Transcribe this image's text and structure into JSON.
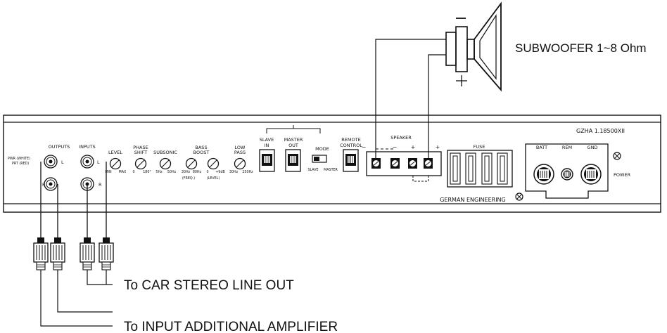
{
  "speaker": {
    "label": "SUBWOOFER 1~8 Ohm",
    "minus": "−",
    "plus": "+"
  },
  "amplifier": {
    "model": "GZHA 1.18500XII",
    "rca_side_label_1": "PWR (WHITE)",
    "rca_side_label_2": "PRT (RED)",
    "outputs": "OUTPUTS",
    "inputs": "INPUTS",
    "jack_l": "L",
    "jack_r": "R",
    "level": "LEVEL",
    "level_min": "MIN",
    "level_max": "MAX",
    "phase_1": "PHASE",
    "phase_2": "SHIFT",
    "phase_min": "0",
    "phase_max": "180°",
    "subsonic": "SUBSONIC",
    "subsonic_min": "5Hz",
    "subsonic_max": "50Hz",
    "bass_1": "BASS",
    "bass_2": "BOOST",
    "bass_freq_min": "30Hz",
    "bass_freq_max": "80Hz",
    "bass_freq": "(FREQ.)",
    "bass_level_min": "0",
    "bass_level_max": "+9dB",
    "bass_level": "(LEVEL)",
    "lowpass_1": "LOW",
    "lowpass_2": "PASS",
    "lowpass_min": "30Hz",
    "lowpass_max": "250Hz",
    "slave_1": "SLAVE",
    "slave_2": "IN",
    "master_1": "MASTER",
    "master_2": "OUT",
    "mode": "MODE",
    "mode_slave": "SLAVE",
    "mode_master": "MASTER",
    "remote_1": "REMOTE",
    "remote_2": "CONTROL",
    "speaker_label": "SPEAKER",
    "term_minus": "−",
    "term_plus": "+",
    "fuse": "FUSE",
    "german": "GERMAN ENGINEERING",
    "batt": "BATT",
    "rem": "REM",
    "gnd": "GND",
    "power": "POWER"
  },
  "connections": {
    "line_out": "To CAR STEREO LINE OUT",
    "additional_amp": "To INPUT ADDITIONAL AMPLIFIER"
  }
}
